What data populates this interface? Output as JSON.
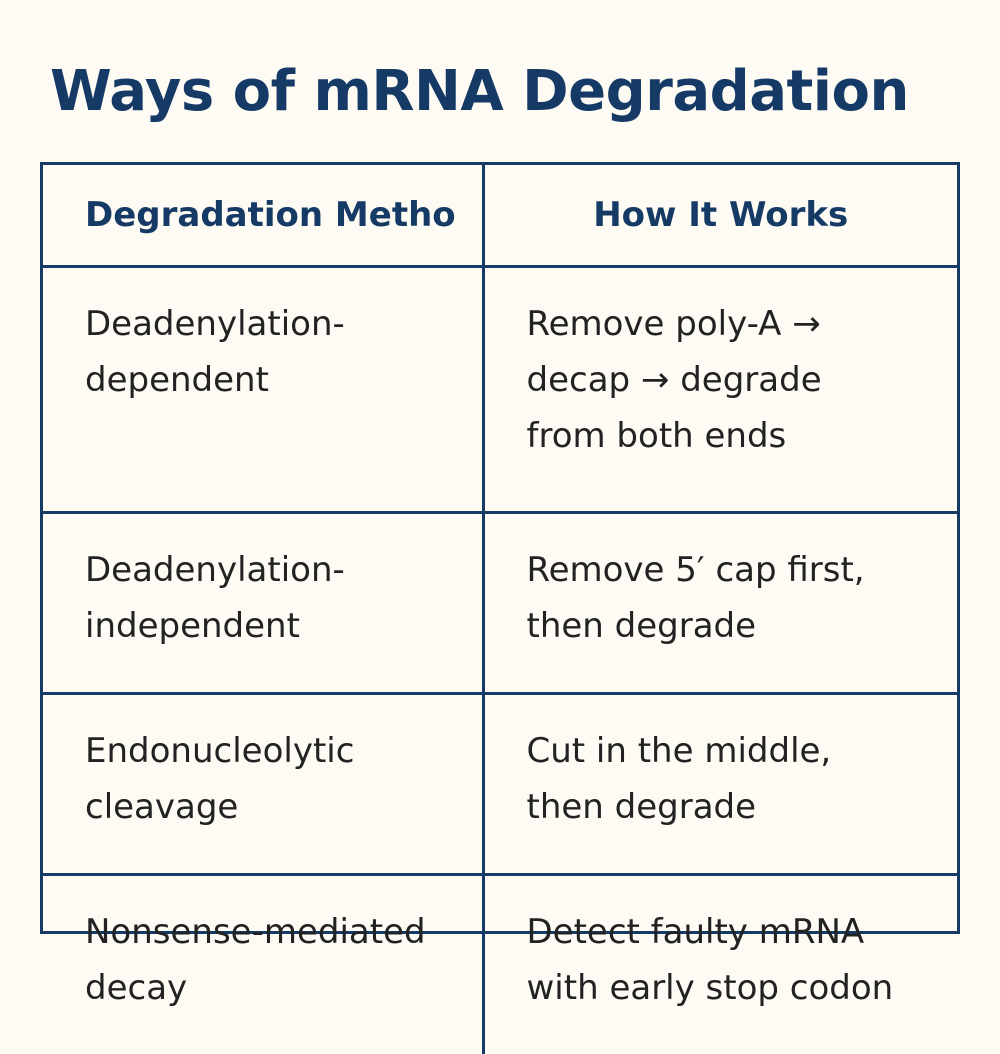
{
  "title": "Ways of mRNA Degradation",
  "table": {
    "headers": [
      "Degradation Metho",
      "How It Works"
    ],
    "rows": [
      {
        "method": [
          "Deadenylation-",
          "dependent"
        ],
        "how": [
          "Remove poly-A →",
          "decap → degrade",
          "from both ends"
        ]
      },
      {
        "method": [
          "Deadenylation-",
          "independent"
        ],
        "how": [
          "Remove 5′ cap first,",
          "then degrade"
        ]
      },
      {
        "method": [
          "Endonucleolytic",
          "cleavage"
        ],
        "how": [
          "Cut in the middle,",
          "then degrade"
        ]
      },
      {
        "method": [
          "Nonsense-mediated",
          "decay"
        ],
        "how": [
          "Detect faulty mRNA",
          "with early stop codon"
        ]
      }
    ]
  },
  "colors": {
    "accent": "#163a66",
    "background": "#fdfbf3",
    "text": "#222222"
  }
}
